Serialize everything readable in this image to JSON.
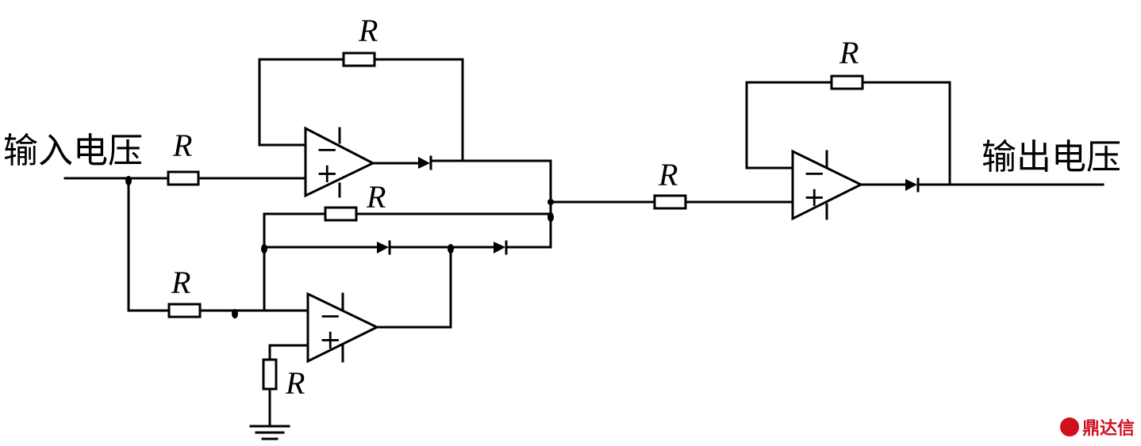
{
  "labels": {
    "input": "输入电压",
    "output": "输出电压",
    "resistor": "R"
  },
  "opamp_signs": {
    "minus": "−",
    "plus": "+"
  },
  "watermark": {
    "text": "鼎达信"
  }
}
